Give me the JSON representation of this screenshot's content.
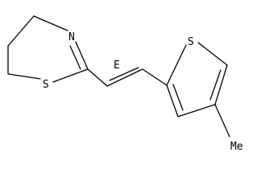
{
  "molecule": {
    "atoms": {
      "ring_nitrogen": "N",
      "ring_sulfur": "S",
      "thiophene_sulfur": "S",
      "stereo_label": "E",
      "methyl": "Me"
    }
  }
}
